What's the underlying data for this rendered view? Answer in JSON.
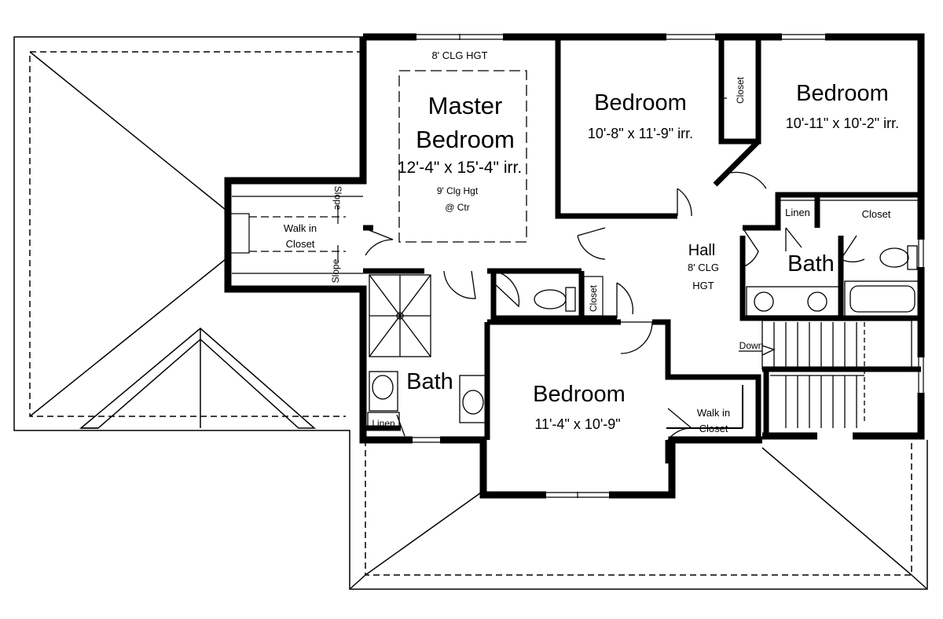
{
  "rooms": {
    "master": {
      "name_l1": "Master",
      "name_l2": "Bedroom",
      "dims": "12'-4\" x 15'-4\" irr.",
      "ceiling_top": "8' CLG HGT",
      "ceiling_l1": "9' Clg Hgt",
      "ceiling_l2": "@ Ctr"
    },
    "bedroom_a": {
      "name": "Bedroom",
      "dims": "10'-8\" x 11'-9\" irr."
    },
    "bedroom_b": {
      "name": "Bedroom",
      "dims": "10'-11\" x 10'-2\" irr."
    },
    "bedroom_c": {
      "name": "Bedroom",
      "dims": "11'-4\" x 10'-9\""
    },
    "hall": {
      "name": "Hall",
      "ceiling_l1": "8' CLG",
      "ceiling_l2": "HGT"
    },
    "bath_left": {
      "name": "Bath"
    },
    "bath_right": {
      "name": "Bath"
    },
    "walkin_master": {
      "l1": "Walk in",
      "l2": "Closet"
    },
    "walkin_bed": {
      "l1": "Walk in",
      "l2": "Closet"
    }
  },
  "labels": {
    "closet": "Closet",
    "linen": "Linen",
    "slope": "Slope",
    "down": "Down"
  }
}
